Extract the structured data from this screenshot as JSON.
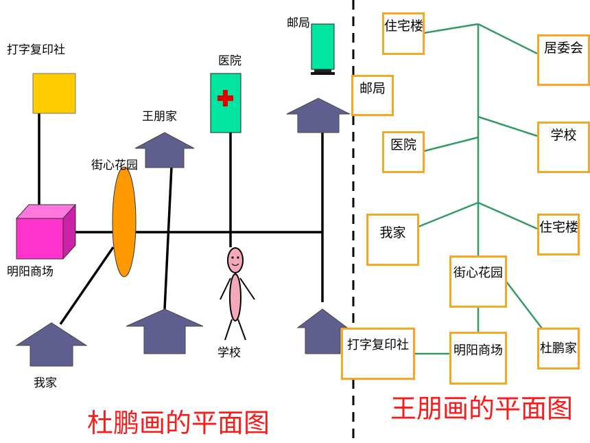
{
  "left_map": {
    "labels": {
      "print_shop": "打字复印社",
      "hospital": "医院",
      "post_office": "邮局",
      "wang_home": "王朋家",
      "garden": "街心花园",
      "mall": "明阳商场",
      "school": "学校",
      "my_home": "我家"
    },
    "title": "杜鹏画的平面图"
  },
  "right_map": {
    "boxes": {
      "residential_1": "住宅楼",
      "committee": "居委会",
      "post_office": "邮局",
      "hospital": "医院",
      "school": "学校",
      "my_home": "我家",
      "residential_2": "住宅楼",
      "garden": "街心花园",
      "print_shop": "打字复印社",
      "mall": "明阳商场",
      "du_home": "杜鹏家"
    },
    "title": "王朋画的平面图"
  },
  "colors": {
    "house": "#5f5f8f",
    "print_shop": "#ffcc00",
    "hospital": "#00e6a0",
    "post_office": "#00e6a0",
    "mall": "#ff33cc",
    "garden": "#ff9900",
    "box_border": "#f5a623",
    "branch_line": "#339966",
    "title": "#ff1a1a"
  }
}
